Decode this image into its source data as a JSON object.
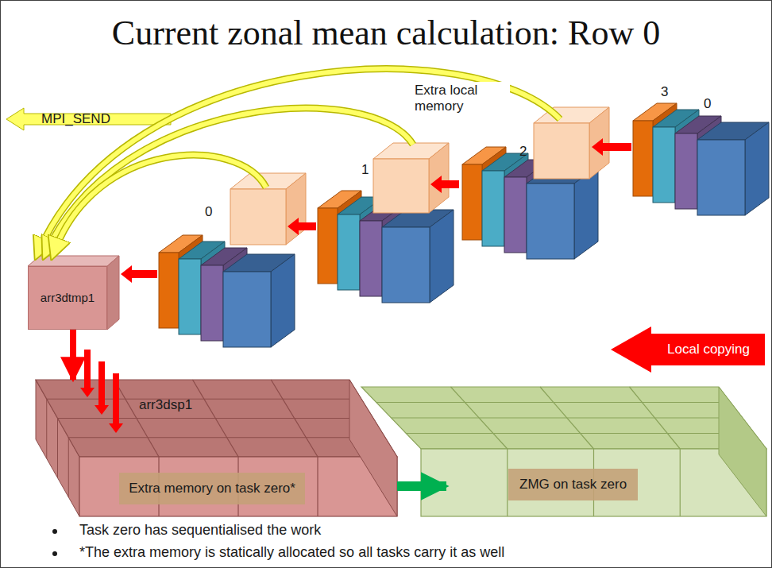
{
  "diagram": {
    "title": "Current zonal mean calculation: Row 0",
    "nodes": [
      {
        "text": [
          "arr3dtmp1"
        ]
      },
      {
        "text": [
          "arr3dsp1"
        ]
      },
      {
        "text": [
          "Extra memory on task zero*"
        ],
        "in": 1
      },
      {
        "text": [
          "ZMG on task zero"
        ]
      },
      {
        "text": [
          "Local copying"
        ]
      }
    ],
    "edges": [
      {
        "from": 0,
        "to": 1,
        "arrow": "to"
      },
      {
        "from": 1,
        "to": 3,
        "arrow": "to"
      }
    ],
    "labels": [
      "MPI_SEND",
      "Extra local memory",
      "3",
      "0",
      "2",
      "1",
      "0",
      "Task zero has sequentialised the work",
      "*The extra memory is statically allocated so all tasks carry it as well"
    ]
  }
}
